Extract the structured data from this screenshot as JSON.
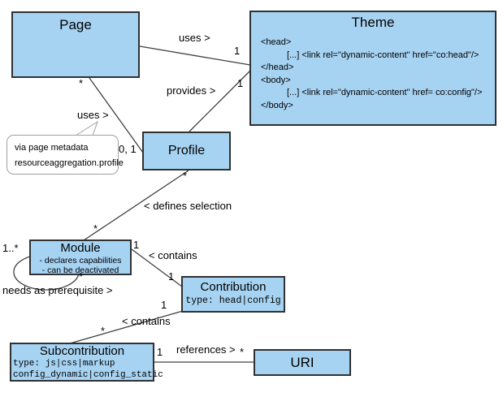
{
  "diagram": {
    "nodes": {
      "page": {
        "title": "Page"
      },
      "theme": {
        "title": "Theme",
        "lines": [
          "<head>",
          "[...] <link rel=\"dynamic-content\" href=\"co:head\"/>",
          "</head>",
          "<body>",
          "[...] <link rel=\"dynamic-content\" href= co:config\"/>",
          "</body>"
        ]
      },
      "profile": {
        "title": "Profile"
      },
      "module": {
        "title": "Module",
        "lines": [
          "- declares capabilities",
          "- can be deactivated"
        ]
      },
      "contribution": {
        "title": "Contribution",
        "type_line": "type: head|config"
      },
      "subcontribution": {
        "title": "Subcontribution",
        "lines": [
          "type: js|css|markup",
          "config_dynamic|config_static"
        ]
      },
      "uri": {
        "title": "URI"
      }
    },
    "note": {
      "line1": "via page metadata",
      "line2": "resourceaggregation.profile"
    },
    "edges": {
      "page_theme": {
        "label": "uses >",
        "mult_theme": "1"
      },
      "theme_profile": {
        "label": "provides >",
        "mult_theme": "1"
      },
      "page_profile": {
        "label": "uses >",
        "mult_page": "*",
        "mult_profile": "0, 1"
      },
      "profile_module": {
        "label": "< defines selection",
        "mult_profile": "*",
        "mult_module": "*"
      },
      "module_contribution": {
        "label": "< contains",
        "mult_module": "1",
        "mult_contribution": "1"
      },
      "module_self": {
        "label": "needs as prerequisite >",
        "mult_a": "1..*",
        "mult_b": "*"
      },
      "contribution_subcontribution": {
        "label": "< contains",
        "mult_contribution": "1",
        "mult_subcontribution": "*"
      },
      "subcontribution_uri": {
        "label": "references >",
        "mult_subcontribution": "1",
        "mult_uri": "*"
      }
    },
    "colors": {
      "node_fill": "#a7d3f3",
      "node_border": "#2f3133",
      "line": "#404040",
      "note_border": "#a0a0a0",
      "text": "#000000"
    }
  }
}
